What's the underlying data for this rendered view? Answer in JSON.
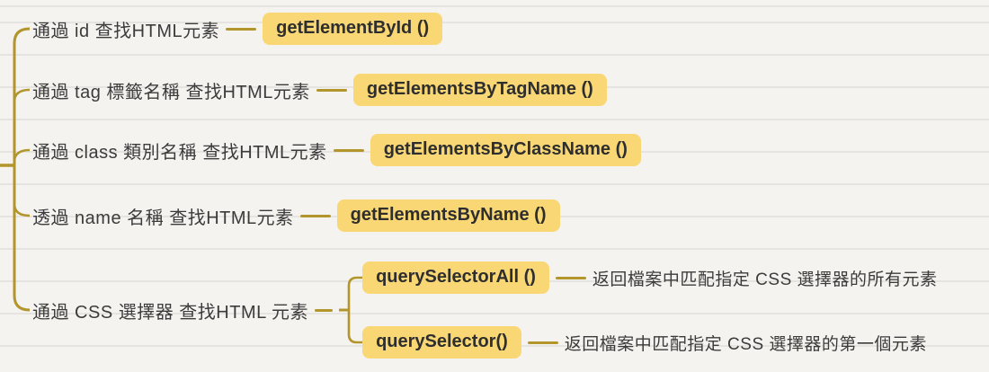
{
  "colors": {
    "background": "#f5f3f0",
    "branch_line": "#b2952b",
    "badge_background": "#f8d774",
    "badge_text": "#2e2e2e",
    "label_text": "#3b3b3b"
  },
  "mindmap": {
    "branches": [
      {
        "label": "通過 id 查找HTML元素",
        "method": "getElementById ()"
      },
      {
        "label": "通過 tag 標籤名稱 查找HTML元素",
        "method": "getElementsByTagName ()"
      },
      {
        "label": "通過 class 類別名稱 查找HTML元素",
        "method": "getElementsByClassName ()"
      },
      {
        "label": "透過 name 名稱 查找HTML元素",
        "method": "getElementsByName ()"
      },
      {
        "label": "通過 CSS 選擇器 查找HTML 元素",
        "children": [
          {
            "method": "querySelectorAll ()",
            "description": "返回檔案中匹配指定 CSS 選擇器的所有元素"
          },
          {
            "method": "querySelector()",
            "description": "返回檔案中匹配指定 CSS 選擇器的第一個元素"
          }
        ]
      }
    ]
  }
}
